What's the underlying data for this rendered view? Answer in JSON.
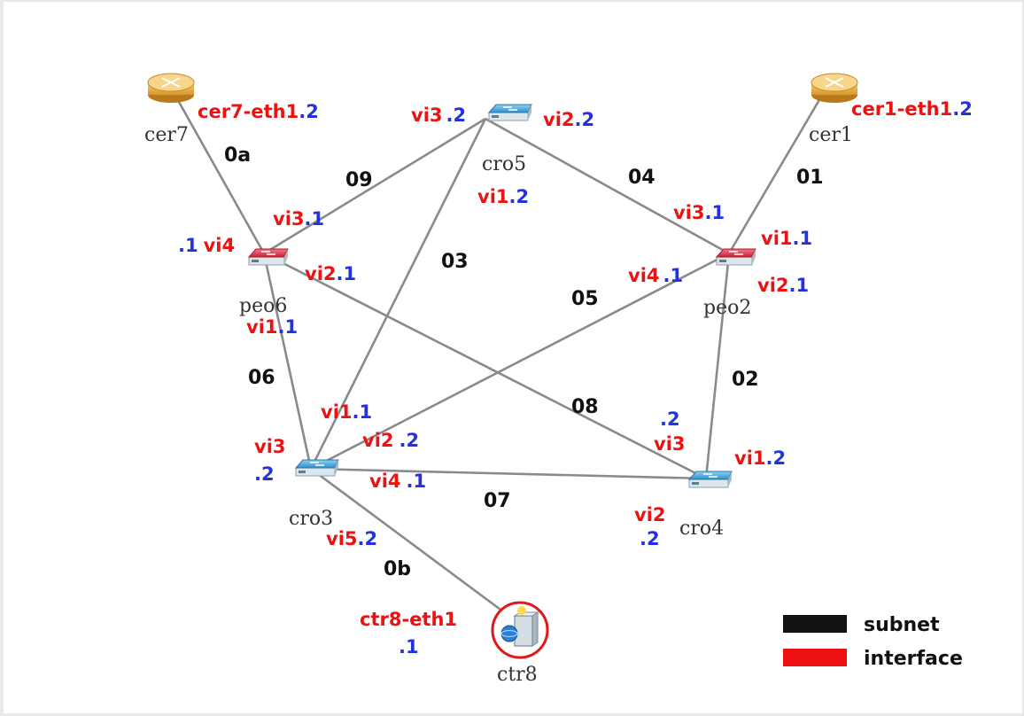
{
  "colors": {
    "subnet": "#111111",
    "interface": "#ee1111",
    "address": "#2233dd",
    "link": "#8a8a8a",
    "router_ce": "#e8b04a",
    "router_pe": "#e23a4a",
    "router_core": "#4aa6dc"
  },
  "nodes": {
    "cer7": {
      "name": "cer7",
      "kind": "ce-router-icon"
    },
    "cer1": {
      "name": "cer1",
      "kind": "ce-router-icon"
    },
    "cro5": {
      "name": "cro5",
      "kind": "core-switch-icon"
    },
    "peo6": {
      "name": "peo6",
      "kind": "pe-switch-icon"
    },
    "peo2": {
      "name": "peo2",
      "kind": "pe-switch-icon"
    },
    "cro3": {
      "name": "cro3",
      "kind": "core-switch-icon"
    },
    "cro4": {
      "name": "cro4",
      "kind": "core-switch-icon"
    },
    "ctr8": {
      "name": "ctr8",
      "kind": "controller-icon"
    }
  },
  "subnets": {
    "s0a": "0a",
    "s09": "09",
    "s04": "04",
    "s01": "01",
    "s03": "03",
    "s05": "05",
    "s06": "06",
    "s08": "08",
    "s02": "02",
    "s07": "07",
    "s0b": "0b"
  },
  "interfaces": {
    "cer7_eth1": {
      "ifname": "cer7-eth1",
      "addr": ".2"
    },
    "cro5_vi3": {
      "ifname": "vi3",
      "addr": ".2"
    },
    "cro5_vi2": {
      "ifname": "vi2",
      "addr": ".2"
    },
    "cro5_vi1": {
      "ifname": "vi1",
      "addr": ".2"
    },
    "cer1_eth1": {
      "ifname": "cer1-eth1",
      "addr": ".2"
    },
    "peo6_vi3": {
      "ifname": "vi3",
      "addr": ".1"
    },
    "peo6_vi4": {
      "ifname": "vi4",
      "addr": ".1"
    },
    "peo6_vi2": {
      "ifname": "vi2",
      "addr": ".1"
    },
    "peo6_vi1": {
      "ifname": "vi1",
      "addr": ".1"
    },
    "peo2_vi3": {
      "ifname": "vi3",
      "addr": ".1"
    },
    "peo2_vi1": {
      "ifname": "vi1",
      "addr": ".1"
    },
    "peo2_vi4": {
      "ifname": "vi4",
      "addr": ".1"
    },
    "peo2_vi2": {
      "ifname": "vi2",
      "addr": ".1"
    },
    "cro3_vi1": {
      "ifname": "vi1",
      "addr": ".1"
    },
    "cro3_vi2": {
      "ifname": "vi2",
      "addr": ".2"
    },
    "cro3_vi3": {
      "ifname": "vi3",
      "addr": ".2"
    },
    "cro3_vi4": {
      "ifname": "vi4",
      "addr": ".1"
    },
    "cro3_vi5": {
      "ifname": "vi5",
      "addr": ".2"
    },
    "cro4_vi3": {
      "ifname": "vi3",
      "addr": ".2"
    },
    "cro4_vi1": {
      "ifname": "vi1",
      "addr": ".2"
    },
    "cro4_vi2": {
      "ifname": "vi2",
      "addr": ".2"
    },
    "ctr8_eth1": {
      "ifname": "ctr8-eth1",
      "addr": ".1"
    }
  },
  "legend": {
    "subnet_label": "subnet",
    "interface_label": "interface"
  }
}
